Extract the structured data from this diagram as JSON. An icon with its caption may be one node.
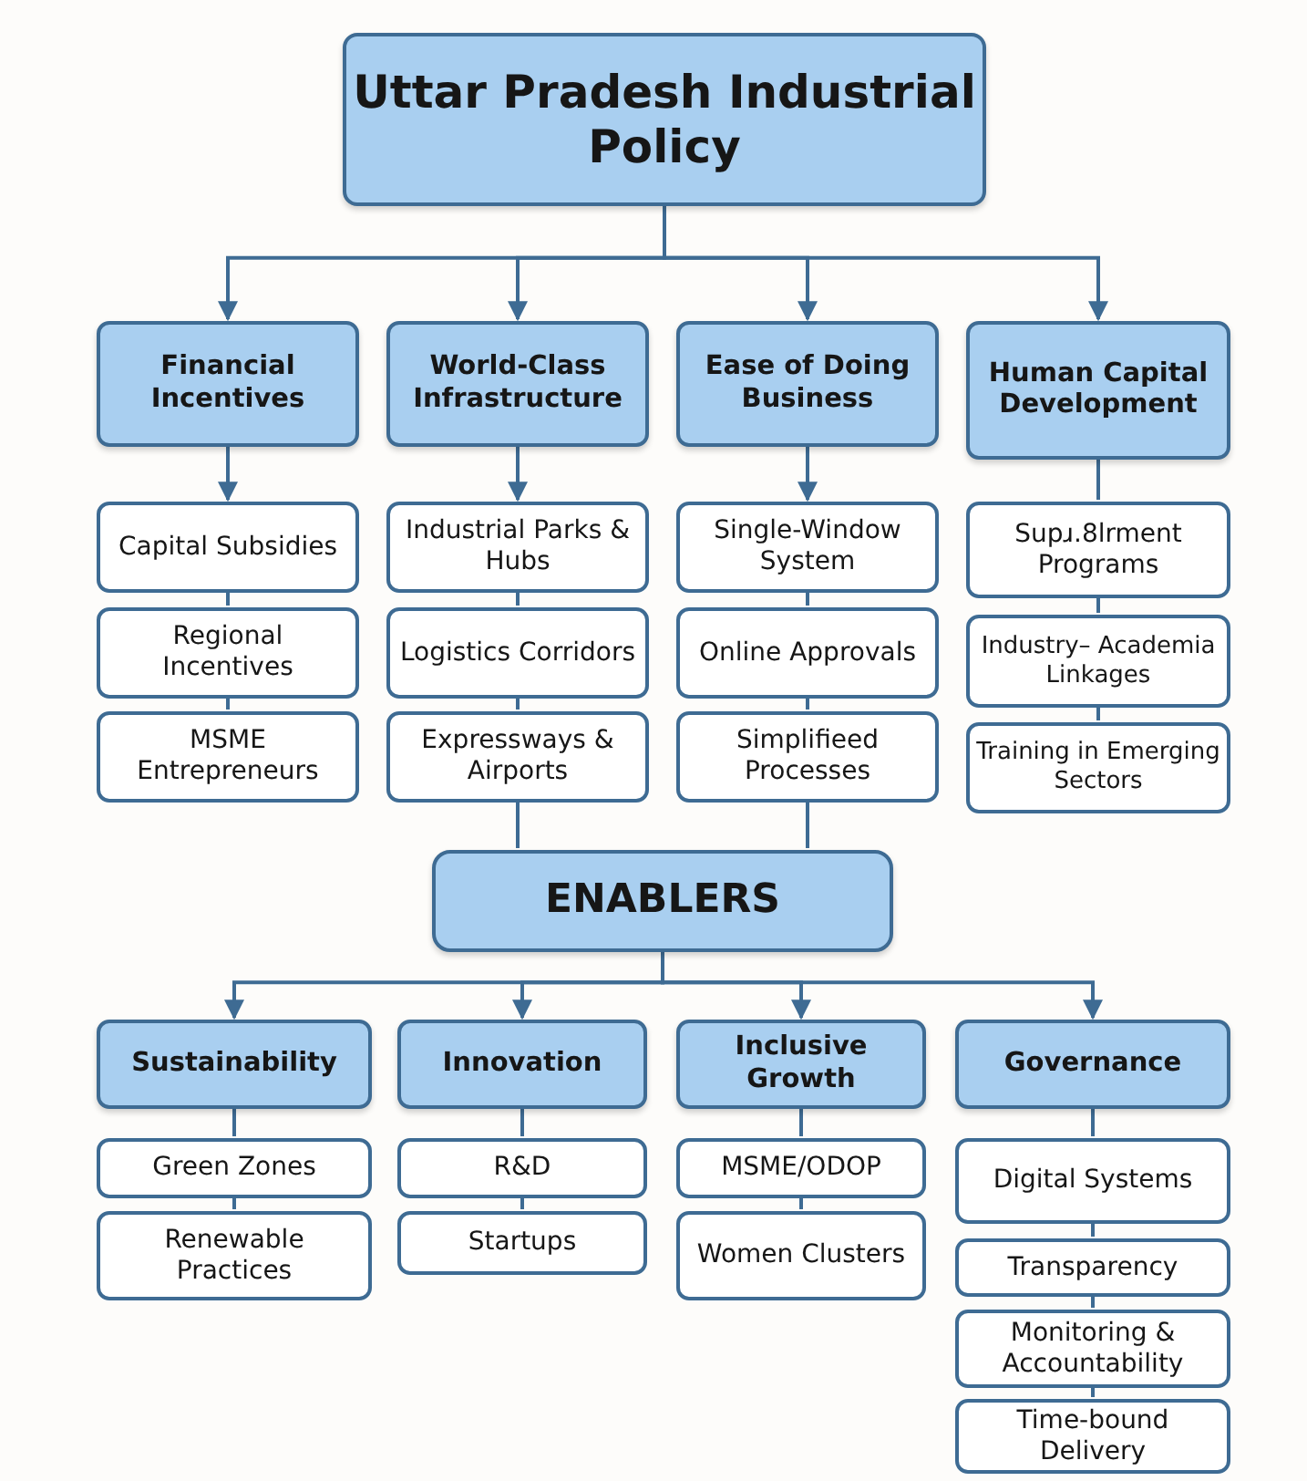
{
  "diagram": {
    "nodes": [
      {
        "text": [
          "Uttar Pradesh Industrial Policy"
        ]
      },
      {
        "text": [
          "Financial Incentives"
        ]
      },
      {
        "text": [
          "World-Class Infrastructure"
        ]
      },
      {
        "text": [
          "Ease of Doing Business"
        ]
      },
      {
        "text": [
          "Human Capital Development"
        ]
      },
      {
        "text": [
          "Capital Subsidies"
        ]
      },
      {
        "text": [
          "Industrial Parks & Hubs"
        ]
      },
      {
        "text": [
          "Single-Window System"
        ]
      },
      {
        "text": [
          "Supɹ.8lrment Programs"
        ]
      },
      {
        "text": [
          "Regional Incentives"
        ]
      },
      {
        "text": [
          "Logistics Corridors"
        ]
      },
      {
        "text": [
          "Online Approvals"
        ]
      },
      {
        "text": [
          "Industry– Academia Linkages"
        ]
      },
      {
        "text": [
          "MSME Entrepreneurs"
        ]
      },
      {
        "text": [
          "Expressways & Airports"
        ]
      },
      {
        "text": [
          "Simplifieed Processes"
        ]
      },
      {
        "text": [
          "Training in Emerging Sectors"
        ]
      },
      {
        "text": [
          "ENABLERS"
        ]
      },
      {
        "text": [
          "Sustainability"
        ]
      },
      {
        "text": [
          "Innovation"
        ]
      },
      {
        "text": [
          "Inclusive Growth"
        ]
      },
      {
        "text": [
          "Governance"
        ]
      },
      {
        "text": [
          "Green Zones"
        ]
      },
      {
        "text": [
          "R&D"
        ]
      },
      {
        "text": [
          "MSME/ODOP"
        ]
      },
      {
        "text": [
          "Digital Systems"
        ]
      },
      {
        "text": [
          "Renewable Practices"
        ]
      },
      {
        "text": [
          "Startups"
        ]
      },
      {
        "text": [
          "Women Clusters"
        ]
      },
      {
        "text": [
          "Transparency"
        ]
      },
      {
        "text": [
          "Monitoring & Accountability"
        ]
      },
      {
        "text": [
          "Time-bound Delivery"
        ]
      }
    ],
    "edges": [
      {
        "from": 0,
        "to": 1,
        "arrow": "to"
      },
      {
        "from": 0,
        "to": 2,
        "arrow": "to"
      },
      {
        "from": 0,
        "to": 3,
        "arrow": "to"
      },
      {
        "from": 0,
        "to": 4,
        "arrow": "to"
      },
      {
        "from": 1,
        "to": 5,
        "arrow": "to"
      },
      {
        "from": 2,
        "to": 6,
        "arrow": "to"
      },
      {
        "from": 3,
        "to": 7,
        "arrow": "to"
      },
      {
        "from": 4,
        "to": 8,
        "arrow": "none"
      },
      {
        "from": 5,
        "to": 9,
        "arrow": "none"
      },
      {
        "from": 6,
        "to": 10,
        "arrow": "none"
      },
      {
        "from": 7,
        "to": 11,
        "arrow": "none"
      },
      {
        "from": 8,
        "to": 12,
        "arrow": "none"
      },
      {
        "from": 9,
        "to": 13,
        "arrow": "none"
      },
      {
        "from": 10,
        "to": 14,
        "arrow": "none"
      },
      {
        "from": 11,
        "to": 15,
        "arrow": "none"
      },
      {
        "from": 12,
        "to": 16,
        "arrow": "none"
      },
      {
        "from": 14,
        "to": 17,
        "arrow": "none"
      },
      {
        "from": 15,
        "to": 17,
        "arrow": "none"
      },
      {
        "from": 17,
        "to": 18,
        "arrow": "to"
      },
      {
        "from": 17,
        "to": 19,
        "arrow": "to"
      },
      {
        "from": 17,
        "to": 20,
        "arrow": "to"
      },
      {
        "from": 17,
        "to": 21,
        "arrow": "to"
      },
      {
        "from": 18,
        "to": 22,
        "arrow": "none"
      },
      {
        "from": 19,
        "to": 23,
        "arrow": "none"
      },
      {
        "from": 20,
        "to": 24,
        "arrow": "none"
      },
      {
        "from": 21,
        "to": 25,
        "arrow": "none"
      },
      {
        "from": 22,
        "to": 26,
        "arrow": "none"
      },
      {
        "from": 23,
        "to": 27,
        "arrow": "none"
      },
      {
        "from": 24,
        "to": 28,
        "arrow": "none"
      },
      {
        "from": 25,
        "to": 29,
        "arrow": "none"
      },
      {
        "from": 29,
        "to": 30,
        "arrow": "none"
      },
      {
        "from": 30,
        "to": 31,
        "arrow": "none"
      }
    ]
  }
}
